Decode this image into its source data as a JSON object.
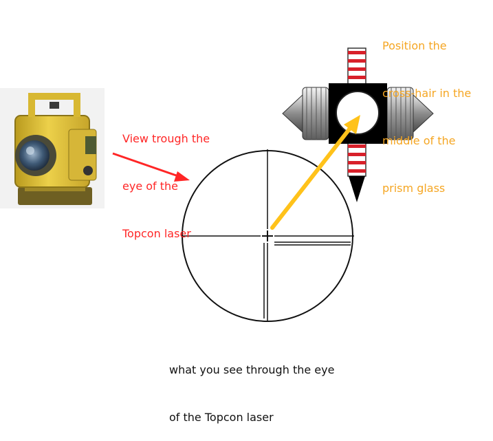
{
  "annotations": {
    "view_lines": [
      "View trough the",
      "eye of the",
      "Topcon laser"
    ],
    "position_lines": [
      "Position the",
      "cross-hair in the",
      "middle of the",
      "prism glass"
    ],
    "caption_lines": [
      "what you see through the eye",
      "of the Topcon laser"
    ]
  },
  "colors": {
    "view_text": "#ff2626",
    "position_text": "#f5a623",
    "pointer_arrow": "#ffc21a",
    "red_arrow": "#ff2626",
    "instrument_body": "#e6c23a",
    "prism_mount": "#000000",
    "pole_stripe": "#d8202a"
  },
  "icons": {
    "instrument": "total-station-icon",
    "prism": "prism-target-icon",
    "reticle": "crosshair-reticle"
  }
}
